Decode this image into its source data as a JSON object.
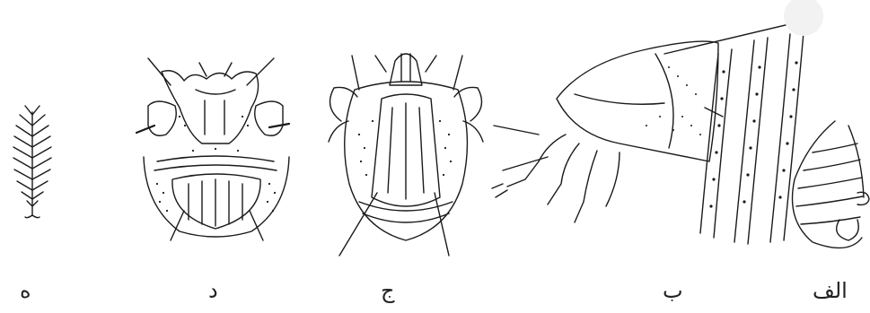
{
  "labels": {
    "he": "ه",
    "dal": "د",
    "jim": "ج",
    "be": "ب",
    "alef": "الف"
  },
  "ink_color": "#1a1a1a",
  "background_color": "#ffffff"
}
